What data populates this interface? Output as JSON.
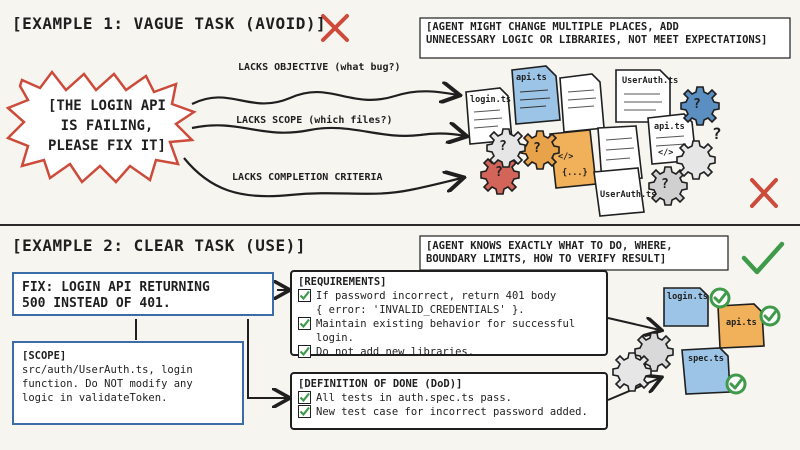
{
  "example1": {
    "title": "[EXAMPLE 1: VAGUE TASK (AVOID)]",
    "note_lines": [
      "[AGENT MIGHT CHANGE MULTIPLE PLACES, ADD",
      "UNNECESSARY LOGIC OR LIBRARIES, NOT MEET EXPECTATIONS]"
    ],
    "burst_lines": [
      "[THE LOGIN API",
      "IS FAILING,",
      "PLEASE FIX IT]"
    ],
    "arrows": [
      {
        "label": "LACKS OBJECTIVE (what bug?)"
      },
      {
        "label": "LACKS SCOPE (which files?)"
      },
      {
        "label": "LACKS COMPLETION CRITERIA"
      }
    ],
    "files": [
      "login.ts",
      "api.ts",
      "UserAuth.ts",
      "api.ts",
      "UserAuth.ts"
    ],
    "snippets": [
      "</>",
      "{...}",
      "</>"
    ],
    "question_mark": "?",
    "colors": {
      "cross": "#cc4b3a",
      "gear_red": "#d2645a",
      "gear_blue": "#5b8fc2",
      "gear_orange": "#e8a24a"
    }
  },
  "example2": {
    "title": "[EXAMPLE 2: CLEAR TASK (USE)]",
    "note_lines": [
      "[AGENT KNOWS EXACTLY WHAT TO DO, WHERE,",
      "BOUNDARY LIMITS, HOW TO VERIFY RESULT]"
    ],
    "fix_lines": [
      "FIX: LOGIN API RETURNING",
      "500 INSTEAD OF 401."
    ],
    "scope": {
      "title": "[SCOPE]",
      "lines": [
        "src/auth/UserAuth.ts, login",
        "function. Do NOT modify any",
        "logic in validateToken."
      ]
    },
    "requirements": {
      "title": "[REQUIREMENTS]",
      "items": [
        {
          "lines": [
            "If password incorrect, return 401 body",
            "{ error: 'INVALID_CREDENTIALS' }."
          ]
        },
        {
          "lines": [
            "Maintain existing behavior for successful login."
          ]
        },
        {
          "lines": [
            "Do not add new libraries."
          ]
        }
      ]
    },
    "dod": {
      "title": "[DEFINITION OF DONE (DoD)]",
      "items": [
        {
          "lines": [
            "All tests in auth.spec.ts pass."
          ]
        },
        {
          "lines": [
            "New test case for incorrect password added."
          ]
        }
      ]
    },
    "files": [
      "login.ts",
      "api.ts",
      "spec.ts"
    ],
    "colors": {
      "check": "#3f9a4a",
      "blue": "#3b6ea8",
      "orange": "#f0b15a",
      "file_blue": "#9cc4e6"
    }
  }
}
